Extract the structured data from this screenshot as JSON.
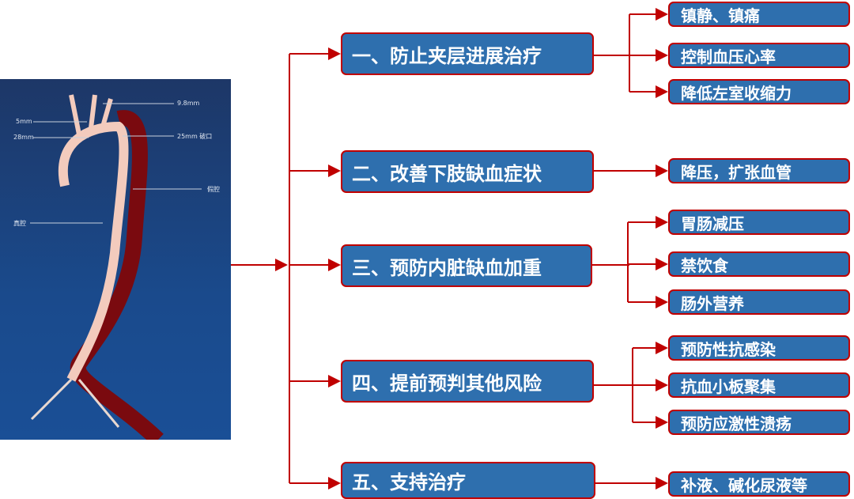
{
  "image": {
    "labels": {
      "top": "9.8mm",
      "left1": "5mm",
      "left2": "28mm",
      "tear": "25mm 破口",
      "false_lumen": "假腔",
      "true_lumen": "真腔"
    }
  },
  "main": [
    {
      "label": "一、防止夹层进展治疗",
      "subs": [
        "镇静、镇痛",
        "控制血压心率",
        "降低左室收缩力"
      ]
    },
    {
      "label": "二、改善下肢缺血症状",
      "subs": [
        "降压，扩张血管"
      ]
    },
    {
      "label": "三、预防内脏缺血加重",
      "subs": [
        "胃肠减压",
        "禁饮食",
        "肠外营养"
      ]
    },
    {
      "label": "四、提前预判其他风险",
      "subs": [
        "预防性抗感染",
        "抗血小板聚集",
        "预防应激性溃疡"
      ]
    },
    {
      "label": "五、支持治疗",
      "subs": [
        "补液、碱化尿液等"
      ]
    }
  ],
  "colors": {
    "box": "#2e6fae",
    "border": "#c00000",
    "line": "#c00000"
  }
}
